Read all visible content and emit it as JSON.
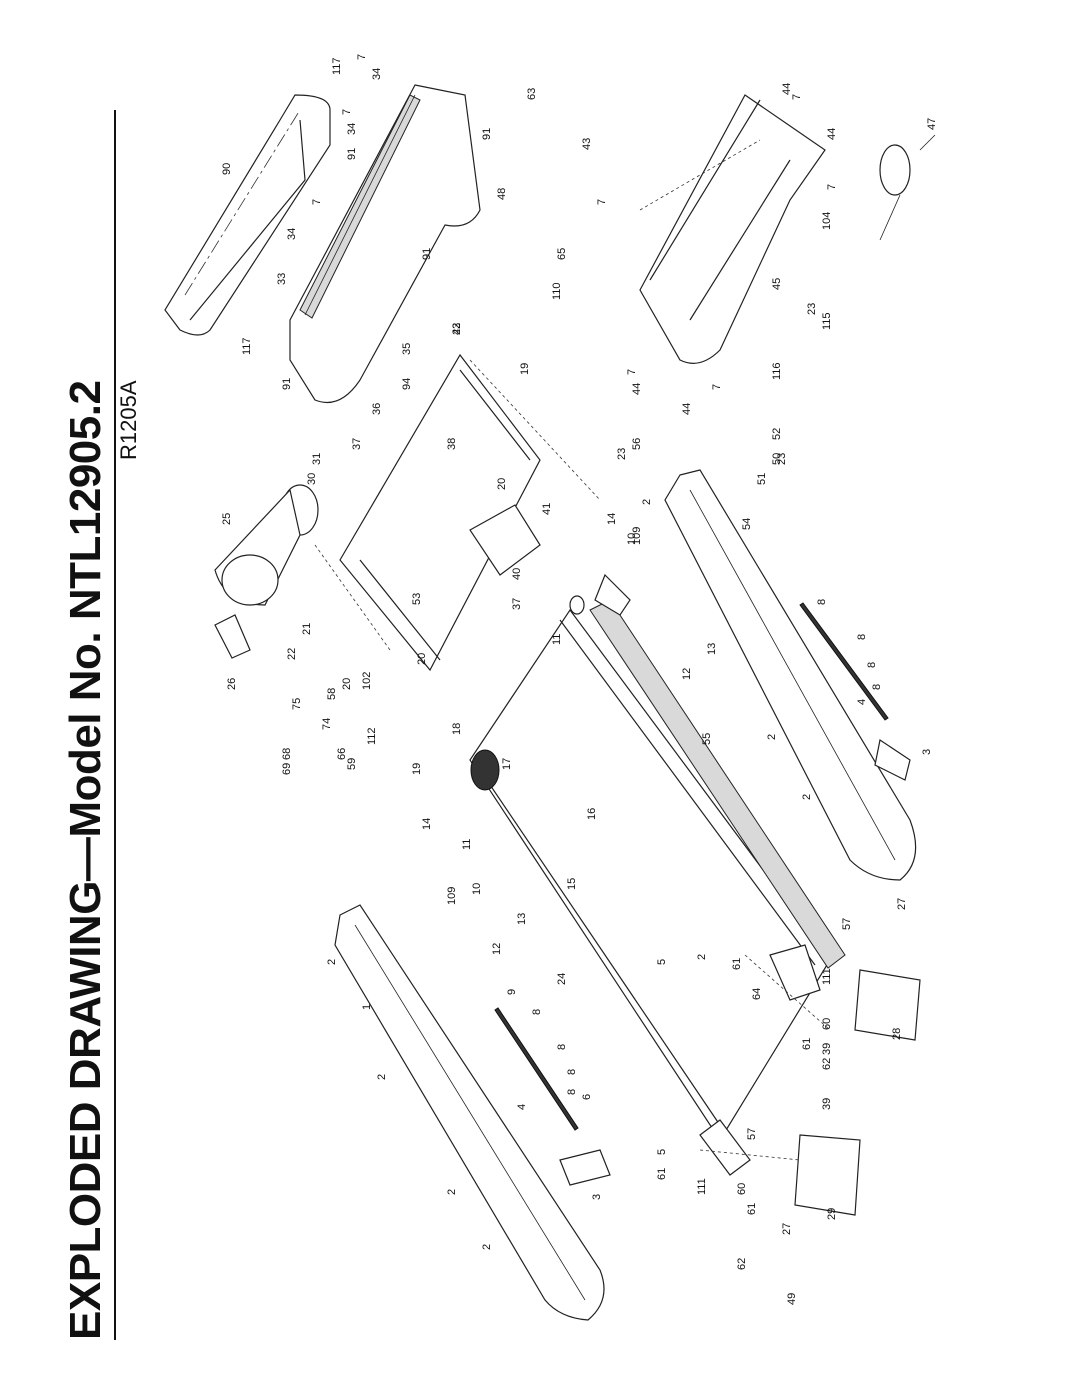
{
  "header": {
    "title": "EXPLODED DRAWING—Model No. NTL12905.2",
    "drawing_code": "R1205A"
  },
  "callouts": [
    "1",
    "2",
    "2",
    "2",
    "2",
    "2",
    "2",
    "2",
    "2",
    "3",
    "3",
    "4",
    "4",
    "5",
    "5",
    "6",
    "7",
    "7",
    "7",
    "7",
    "7",
    "7",
    "7",
    "7",
    "8",
    "8",
    "8",
    "8",
    "8",
    "8",
    "8",
    "8",
    "9",
    "10",
    "10",
    "11",
    "11",
    "12",
    "12",
    "13",
    "13",
    "14",
    "14",
    "15",
    "16",
    "17",
    "18",
    "19",
    "19",
    "20",
    "20",
    "20",
    "21",
    "22",
    "23",
    "23",
    "23",
    "23",
    "24",
    "25",
    "26",
    "27",
    "27",
    "28",
    "29",
    "30",
    "31",
    "33",
    "34",
    "34",
    "34",
    "35",
    "36",
    "37",
    "37",
    "38",
    "39",
    "39",
    "40",
    "41",
    "42",
    "43",
    "44",
    "44",
    "44",
    "44",
    "45",
    "47",
    "48",
    "49",
    "50",
    "51",
    "52",
    "53",
    "54",
    "55",
    "56",
    "57",
    "57",
    "58",
    "59",
    "60",
    "60",
    "61",
    "61",
    "61",
    "61",
    "62",
    "62",
    "63",
    "64",
    "65",
    "66",
    "68",
    "69",
    "74",
    "75",
    "90",
    "91",
    "91",
    "91",
    "91",
    "94",
    "102",
    "104",
    "109",
    "109",
    "110",
    "111",
    "111",
    "112",
    "115",
    "116",
    "117",
    "117"
  ]
}
